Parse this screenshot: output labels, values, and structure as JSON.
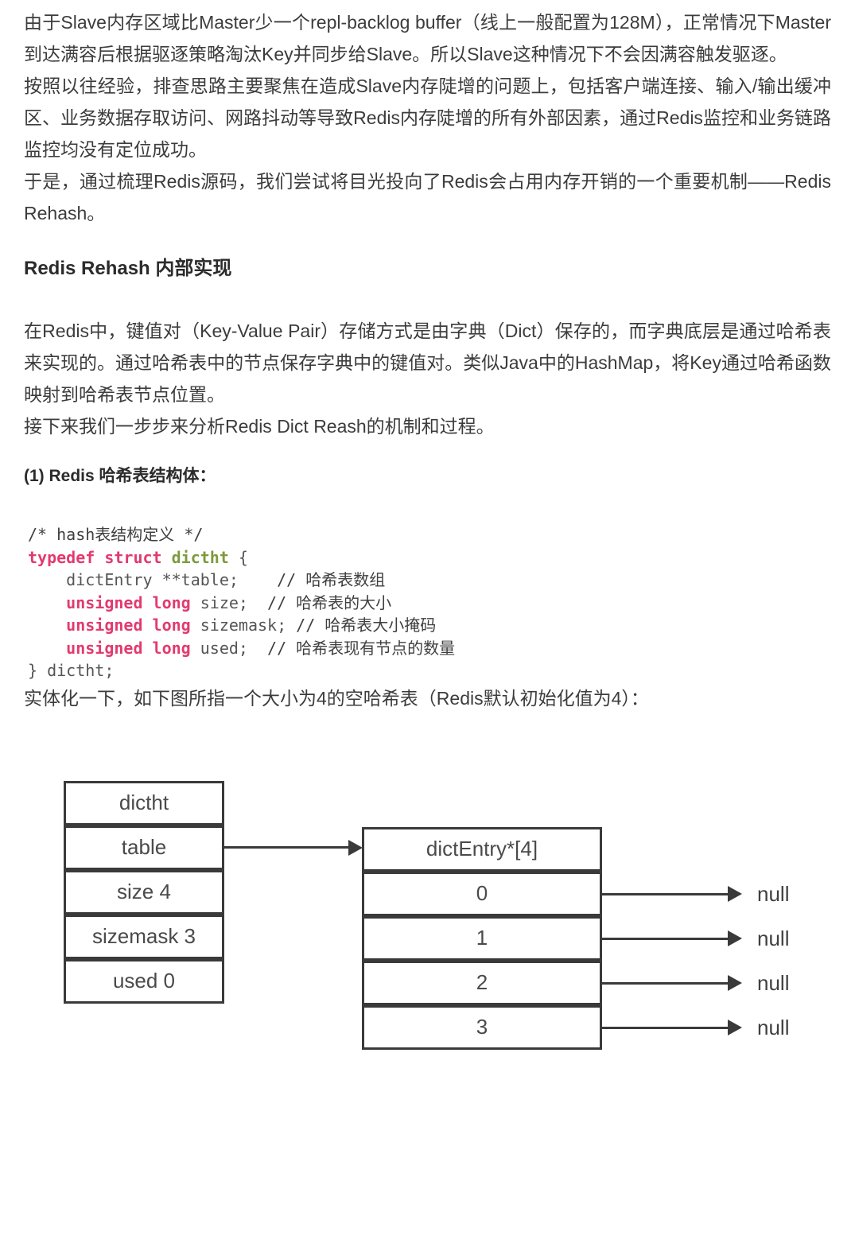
{
  "article": {
    "p1": "由于Slave内存区域比Master少一个repl-backlog buffer（线上一般配置为128M），正常情况下Master到达满容后根据驱逐策略淘汰Key并同步给Slave。所以Slave这种情况下不会因满容触发驱逐。",
    "p2": "按照以往经验，排查思路主要聚焦在造成Slave内存陡增的问题上，包括客户端连接、输入/输出缓冲区、业务数据存取访问、网路抖动等导致Redis内存陡增的所有外部因素，通过Redis监控和业务链路监控均没有定位成功。",
    "p3": "于是，通过梳理Redis源码，我们尝试将目光投向了Redis会占用内存开销的一个重要机制——Redis Rehash。",
    "heading_internal": "Redis Rehash 内部实现",
    "p4": "在Redis中，键值对（Key-Value Pair）存储方式是由字典（Dict）保存的，而字典底层是通过哈希表来实现的。通过哈希表中的节点保存字典中的键值对。类似Java中的HashMap，将Key通过哈希函数映射到哈希表节点位置。",
    "p5": "接下来我们一步步来分析Redis Dict Reash的机制和过程。",
    "heading_struct": "(1) Redis 哈希表结构体：",
    "p6": "实体化一下，如下图所指一个大小为4的空哈希表（Redis默认初始化值为4）："
  },
  "code": {
    "colors": {
      "keyword": "#e23a6f",
      "type": "#7d9a3c",
      "plain": "#555555",
      "comment": "#3f3f3f"
    },
    "lines": [
      [
        [
          "comment",
          "/* hash表结构定义 */"
        ]
      ],
      [
        [
          "keyword",
          "typedef struct"
        ],
        [
          "type",
          " dictht"
        ],
        [
          "plain",
          " {"
        ]
      ],
      [
        [
          "plain",
          "    dictEntry **table;    "
        ],
        [
          "comment",
          "// 哈希表数组"
        ]
      ],
      [
        [
          "plain",
          "    "
        ],
        [
          "keyword",
          "unsigned long"
        ],
        [
          "plain",
          " size;  "
        ],
        [
          "comment",
          "// 哈希表的大小"
        ]
      ],
      [
        [
          "plain",
          "    "
        ],
        [
          "keyword",
          "unsigned long"
        ],
        [
          "plain",
          " sizemask; "
        ],
        [
          "comment",
          "// 哈希表大小掩码"
        ]
      ],
      [
        [
          "plain",
          "    "
        ],
        [
          "keyword",
          "unsigned long"
        ],
        [
          "plain",
          " used;  "
        ],
        [
          "comment",
          "// 哈希表现有节点的数量"
        ]
      ],
      [
        [
          "plain",
          "} dictht;"
        ]
      ]
    ]
  },
  "diagram": {
    "left_table": {
      "rows": [
        "dictht",
        "table",
        "size 4",
        "sizemask 3",
        "used 0"
      ]
    },
    "right_table": {
      "rows": [
        "dictEntry*[4]",
        "0",
        "1",
        "2",
        "3"
      ]
    },
    "null_labels": [
      "null",
      "null",
      "null",
      "null"
    ],
    "line_color": "#3a3a3a"
  }
}
